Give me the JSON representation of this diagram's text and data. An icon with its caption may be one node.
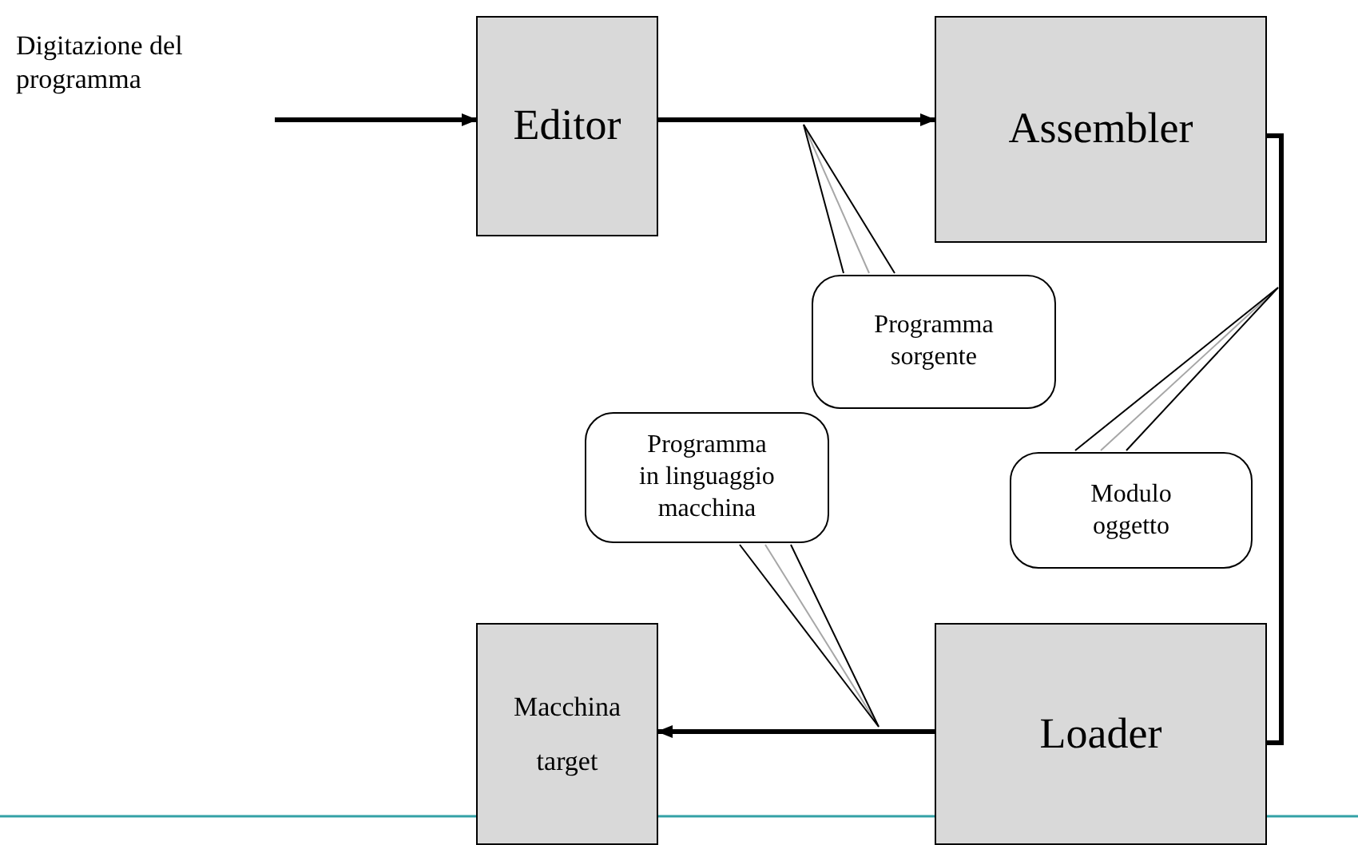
{
  "diagram": {
    "nodes": [
      {
        "text": [
          "Digitazione del programma"
        ]
      },
      {
        "text": [
          "Editor"
        ]
      },
      {
        "text": [
          "Assembler"
        ]
      },
      {
        "text": [
          "Loader"
        ]
      },
      {
        "text": [
          "Macchina target"
        ]
      },
      {
        "text": [
          "Programma sorgente"
        ]
      },
      {
        "text": [
          "Modulo oggetto"
        ]
      },
      {
        "text": [
          "Programma in linguaggio macchina"
        ]
      }
    ],
    "edges": [
      {
        "from": 0,
        "to": 1,
        "arrow": "to"
      },
      {
        "from": 1,
        "to": 2,
        "arrow": "to"
      },
      {
        "from": 2,
        "to": 3,
        "arrow": "none"
      },
      {
        "from": 3,
        "to": 4,
        "arrow": "to"
      },
      {
        "from": 5,
        "to": null,
        "arrow": "none"
      },
      {
        "from": 6,
        "to": null,
        "arrow": "none"
      },
      {
        "from": 7,
        "to": null,
        "arrow": "none"
      }
    ]
  }
}
